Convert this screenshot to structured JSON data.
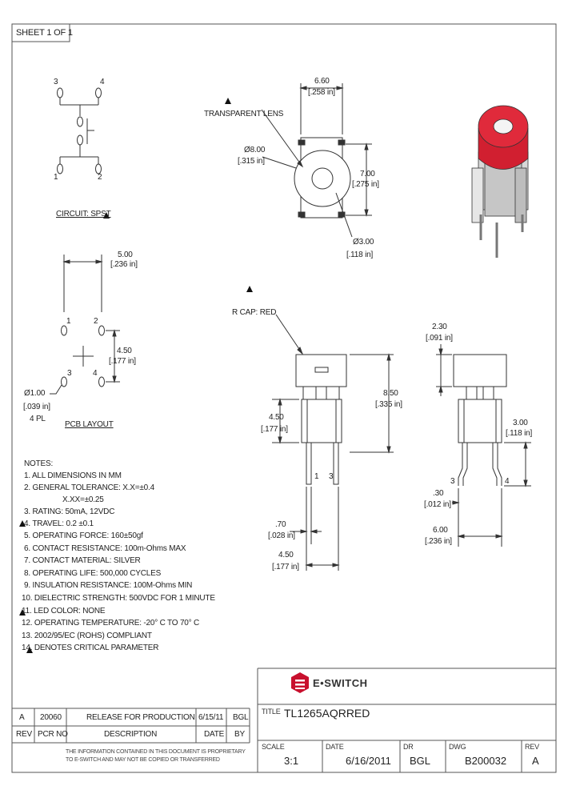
{
  "sheet": "SHEET 1 OF 1",
  "circuit": {
    "label": "CIRCUIT: SPST",
    "pins": [
      "3",
      "4",
      "1",
      "2"
    ]
  },
  "pcb": {
    "dim_top": "5.00",
    "dim_top_in": "[.236 in]",
    "dim_side": "4.50",
    "dim_side_in": "[.177 in]",
    "hole": "Ø1.00",
    "hole_in": "[.039 in]",
    "hole_qty": "4 PL",
    "label": "PCB LAYOUT",
    "pins": [
      "1",
      "2",
      "3",
      "4"
    ]
  },
  "topview": {
    "lens": "TRANSPARENT LENS",
    "dim_width": "6.60",
    "dim_width_in": "[.258 in]",
    "dim_outer": "Ø8.00",
    "dim_outer_in": "[.315 in]",
    "dim_height": "7.00",
    "dim_height_in": "[.275 in]",
    "dim_inner": "Ø3.00",
    "dim_inner_in": "[.118 in]"
  },
  "sideview": {
    "cap": "R CAP: RED",
    "dim_body": "4.50",
    "dim_body_in": "[.177 in]",
    "dim_total": "8.50",
    "dim_total_in": "[.335 in]",
    "dim_pin": ".70",
    "dim_pin_in": "[.028 in]",
    "dim_pitch": "4.50",
    "dim_pitch_in": "[.177 in]",
    "pins": [
      "1",
      "3"
    ]
  },
  "endview": {
    "dim_cap": "2.30",
    "dim_cap_in": "[.091 in]",
    "dim_leg": "3.00",
    "dim_leg_in": "[.118 in]",
    "dim_thick": ".30",
    "dim_thick_in": "[.012 in]",
    "dim_pitch": "6.00",
    "dim_pitch_in": "[.236 in]",
    "pins": [
      "3",
      "4"
    ]
  },
  "notes": {
    "title": "NOTES:",
    "items": [
      "1. ALL DIMENSIONS IN MM",
      "2. GENERAL TOLERANCE: X.X=±0.4",
      "X.XX=±0.25",
      "3. RATING: 50mA, 12VDC",
      "4. TRAVEL: 0.2 ±0.1",
      "5. OPERATING FORCE: 160±50gf",
      "6. CONTACT RESISTANCE: 100m-Ohms MAX",
      "7. CONTACT MATERIAL: SILVER",
      "8. OPERATING LIFE: 500,000 CYCLES",
      "9. INSULATION RESISTANCE: 100M-Ohms MIN",
      "10. DIELECTRIC STRENGTH: 500VDC FOR 1 MINUTE",
      "11. LED COLOR: NONE",
      "12. OPERATING TEMPERATURE: -20° C TO 70° C",
      "13. 2002/95/EC (ROHS) COMPLIANT",
      "14. DENOTES CRITICAL PARAMETER"
    ]
  },
  "titleblock": {
    "brand": "E•SWITCH",
    "title_lbl": "TITLE",
    "title": "TL1265AQRRED",
    "scale_lbl": "SCALE",
    "scale": "3:1",
    "date_lbl": "DATE",
    "date": "6/16/2011",
    "dr_lbl": "DR",
    "dr": "BGL",
    "dwg_lbl": "DWG",
    "dwg": "B200032",
    "rev_lbl": "REV",
    "rev": "A"
  },
  "revisions": {
    "row": [
      "A",
      "20060",
      "RELEASE FOR PRODUCTION",
      "6/15/11",
      "BGL"
    ],
    "headers": [
      "REV",
      "PCR NO",
      "DESCRIPTION",
      "DATE",
      "BY"
    ],
    "disclaimer": [
      "THE INFORMATION CONTAINED IN THIS DOCUMENT IS PROPRIETARY",
      "TO E-SWITCH AND MAY NOT BE COPIED OR TRANSFERRED"
    ]
  }
}
